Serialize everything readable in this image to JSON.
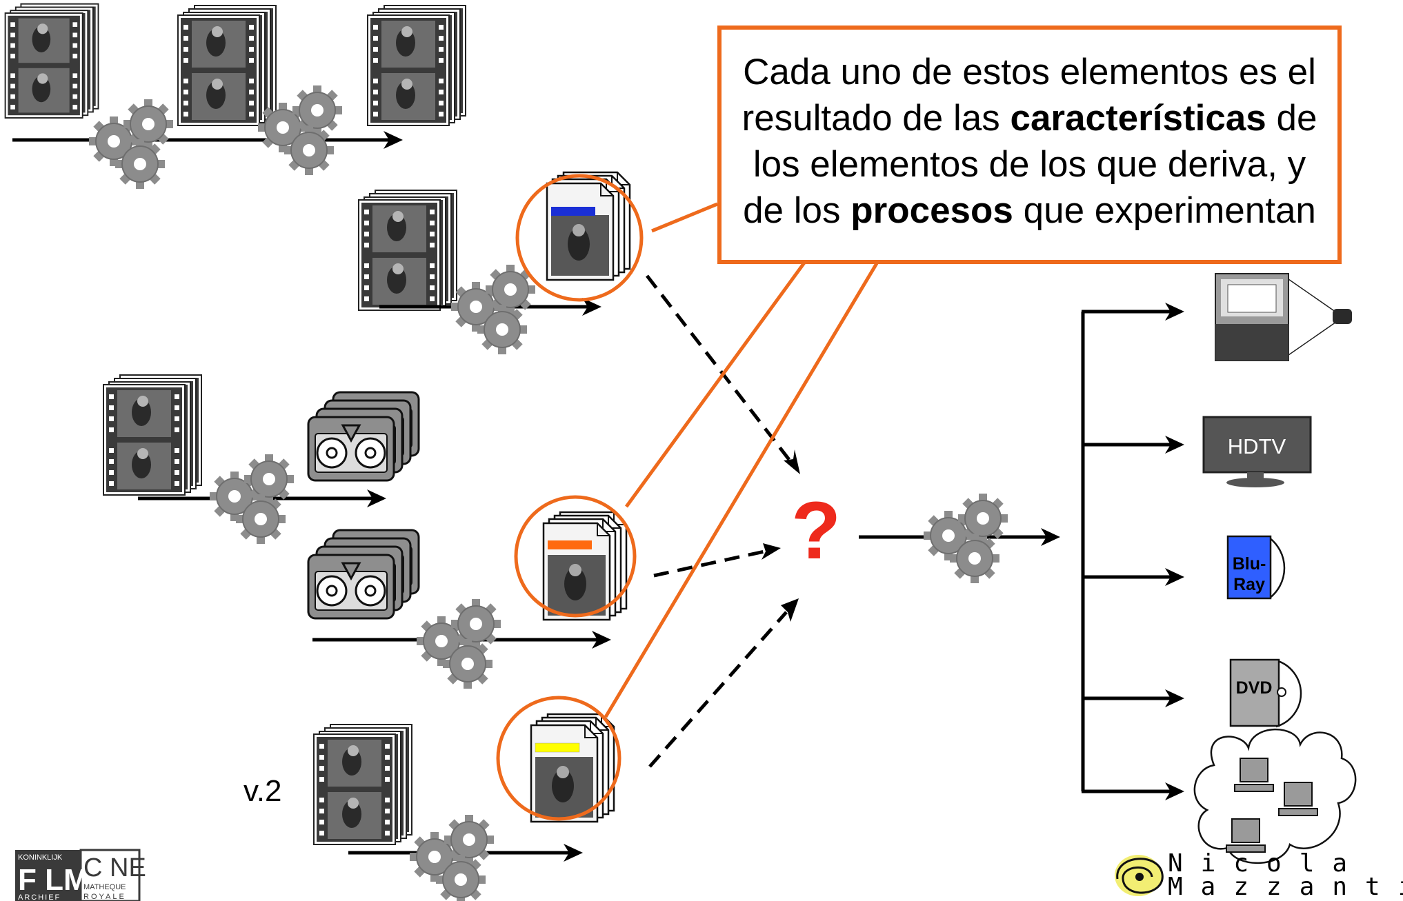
{
  "callout": {
    "line1": "Cada uno de estos elementos es el",
    "line2_pre": "resultado de las ",
    "line2_bold": "características",
    "line2_post": " de",
    "line3": "los elementos de los que deriva, y",
    "line4_pre": "de los ",
    "line4_bold": "procesos",
    "line4_post": " que experimentan"
  },
  "question_mark": "?",
  "version_label": "v.2",
  "outputs": {
    "cinema": "cinema-projection-icon",
    "hdtv": "HDTV",
    "bluray": "Blu-\nRay",
    "bluray_line1": "Blu-",
    "bluray_line2": "Ray",
    "dvd": "DVD",
    "internet": "network-cloud-icon"
  },
  "logo_filmarchief": {
    "top": "KONINKLIJK",
    "main": "F LM",
    "bottom": "ARCHIEF",
    "right_main": "C NE",
    "right_sub": "MATHEQUE",
    "right_bottom": "ROYALE"
  },
  "author": {
    "first": "Nicola",
    "last": "Mazzanti"
  },
  "colors": {
    "accent_orange": "#ee6a1c",
    "question_red": "#ee2a1c",
    "blue_bar": "#1a2fd6",
    "orange_bar": "#ff6a10",
    "yellow_bar": "#ffff00",
    "bluray_blue": "#2f5fff",
    "gear_gray": "#8a8a8a"
  }
}
